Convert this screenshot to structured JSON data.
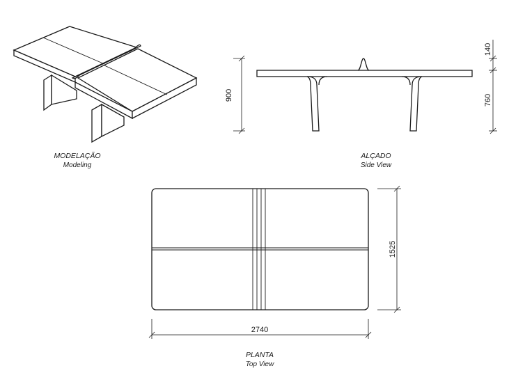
{
  "views": {
    "modeling": {
      "title": "MODELAÇÃO",
      "subtitle": "Modeling"
    },
    "side": {
      "title": "ALÇADO",
      "subtitle": "Side View"
    },
    "top": {
      "title": "PLANTA",
      "subtitle": "Top View"
    }
  },
  "dimensions": {
    "height_total": "900",
    "top_thickness": "140",
    "leg_height": "760",
    "width": "1525",
    "length": "2740"
  }
}
